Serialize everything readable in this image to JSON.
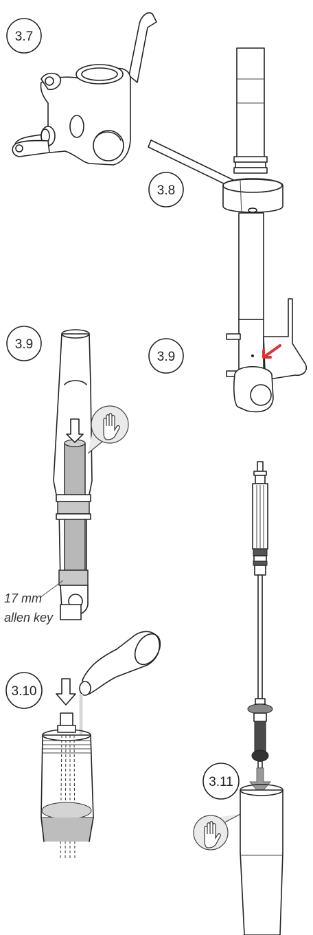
{
  "steps": {
    "s37": "3.7",
    "s38": "3.8",
    "s39a": "3.9",
    "s39b": "3.9",
    "s310": "3.10",
    "s311": "3.11"
  },
  "notes": {
    "tool_line1": "17 mm",
    "tool_line2": "allen key"
  },
  "icons": {
    "hand": "hand-stop-icon",
    "arrow_down": "arrow-down-icon",
    "arrow_pointer": "red-arrow-icon"
  },
  "colors": {
    "ink": "#222222",
    "accent_red": "#e03030",
    "tube_fill": "#b8b8b8",
    "bubble_fill": "#eaeaea"
  }
}
